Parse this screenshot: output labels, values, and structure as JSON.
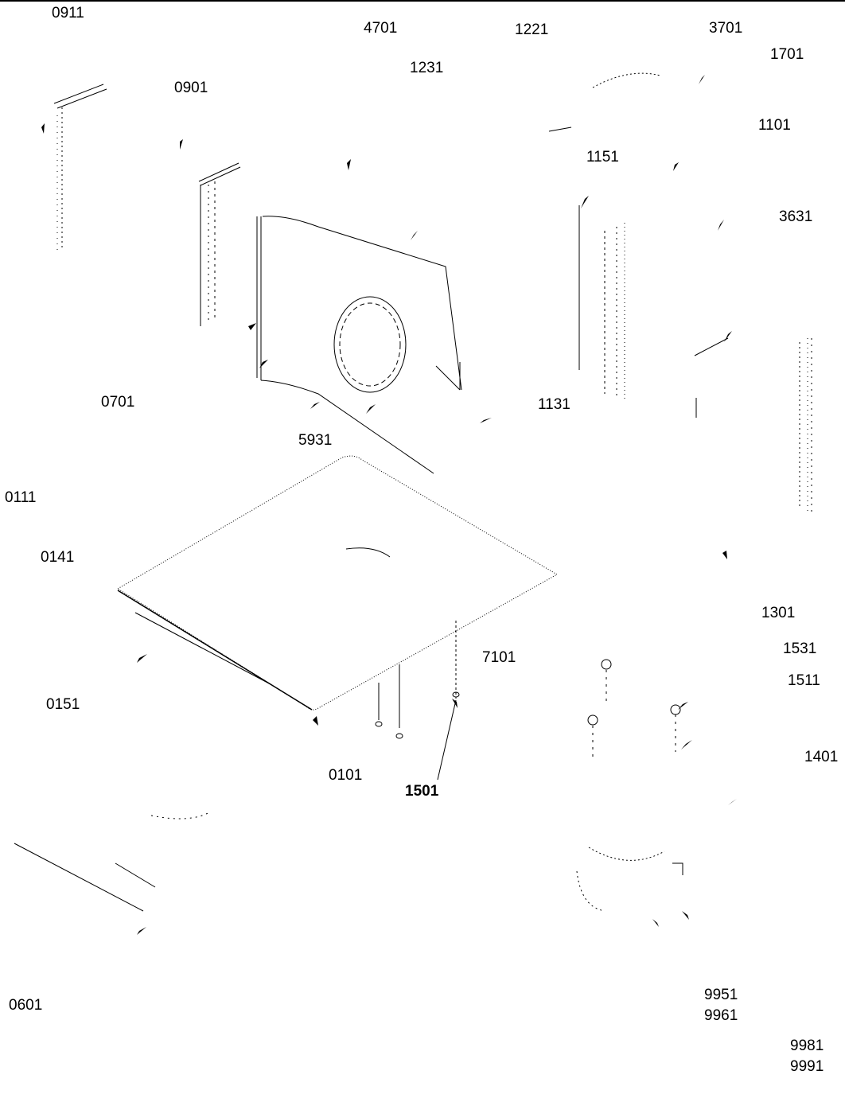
{
  "diagram": {
    "part_numbers": {
      "p0911": "0911",
      "p4701": "4701",
      "p1221": "1221",
      "p3701": "3701",
      "p1701": "1701",
      "p1231": "1231",
      "p0901": "0901",
      "p1101": "1101",
      "p1151": "1151",
      "p3631": "3631",
      "p0701": "0701",
      "p1131": "1131",
      "p5931": "5931",
      "p0111": "0111",
      "p0141": "0141",
      "p1301": "1301",
      "p7101": "7101",
      "p1531": "1531",
      "p1511": "1511",
      "p0151": "0151",
      "p1401": "1401",
      "p0101": "0101",
      "p1501": "1501",
      "p0601": "0601",
      "p9951": "9951",
      "p9961": "9961",
      "p9981": "9981",
      "p9991": "9991"
    }
  }
}
